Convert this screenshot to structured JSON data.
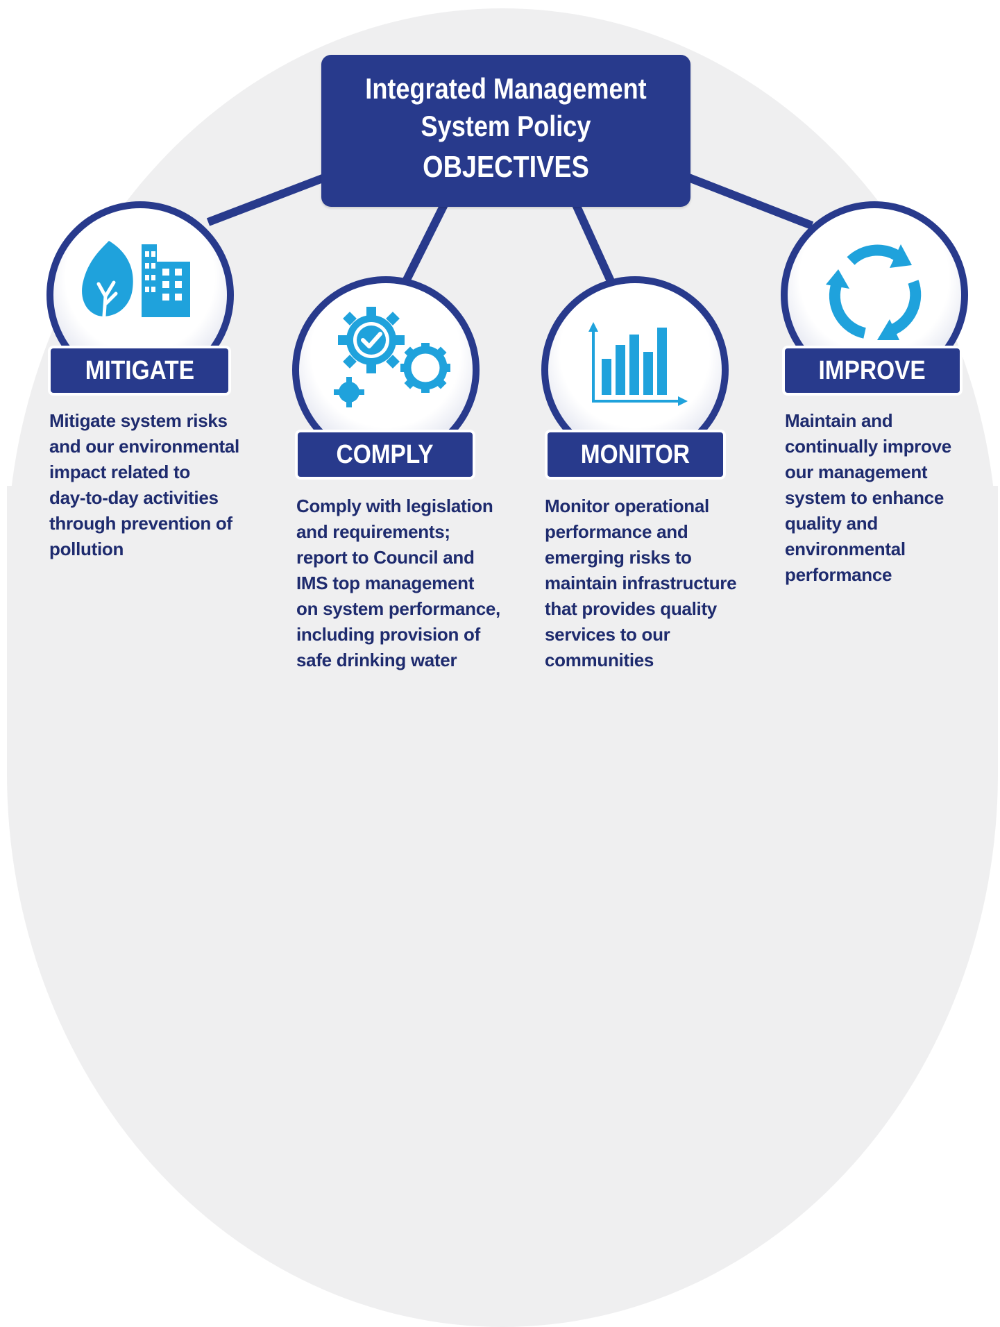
{
  "title": {
    "line1": "Integrated Management",
    "line2": "System Policy",
    "line3": "OBJECTIVES"
  },
  "objectives": [
    {
      "label": "MITIGATE",
      "icon": "leaf-building-icon",
      "description": "Mitigate system risks\nand our environmental\nimpact related to\nday-to-day activities\nthrough prevention of\npollution"
    },
    {
      "label": "COMPLY",
      "icon": "gears-check-icon",
      "description": "Comply with legislation\nand requirements;\nreport to Council and\nIMS top management\non system performance,\nincluding provision of\nsafe drinking water"
    },
    {
      "label": "MONITOR",
      "icon": "bar-chart-icon",
      "description": "Monitor operational\nperformance and\nemerging risks to\nmaintain infrastructure\nthat provides quality\nservices to our\ncommunities"
    },
    {
      "label": "IMPROVE",
      "icon": "cycle-arrows-icon",
      "description": "Maintain and\ncontinually improve\nour management\nsystem to enhance\nquality and\nenvironmental\nperformance"
    }
  ],
  "colors": {
    "navy": "#283a8c",
    "icon_blue": "#1fa2dc",
    "background": "#efeff0"
  }
}
